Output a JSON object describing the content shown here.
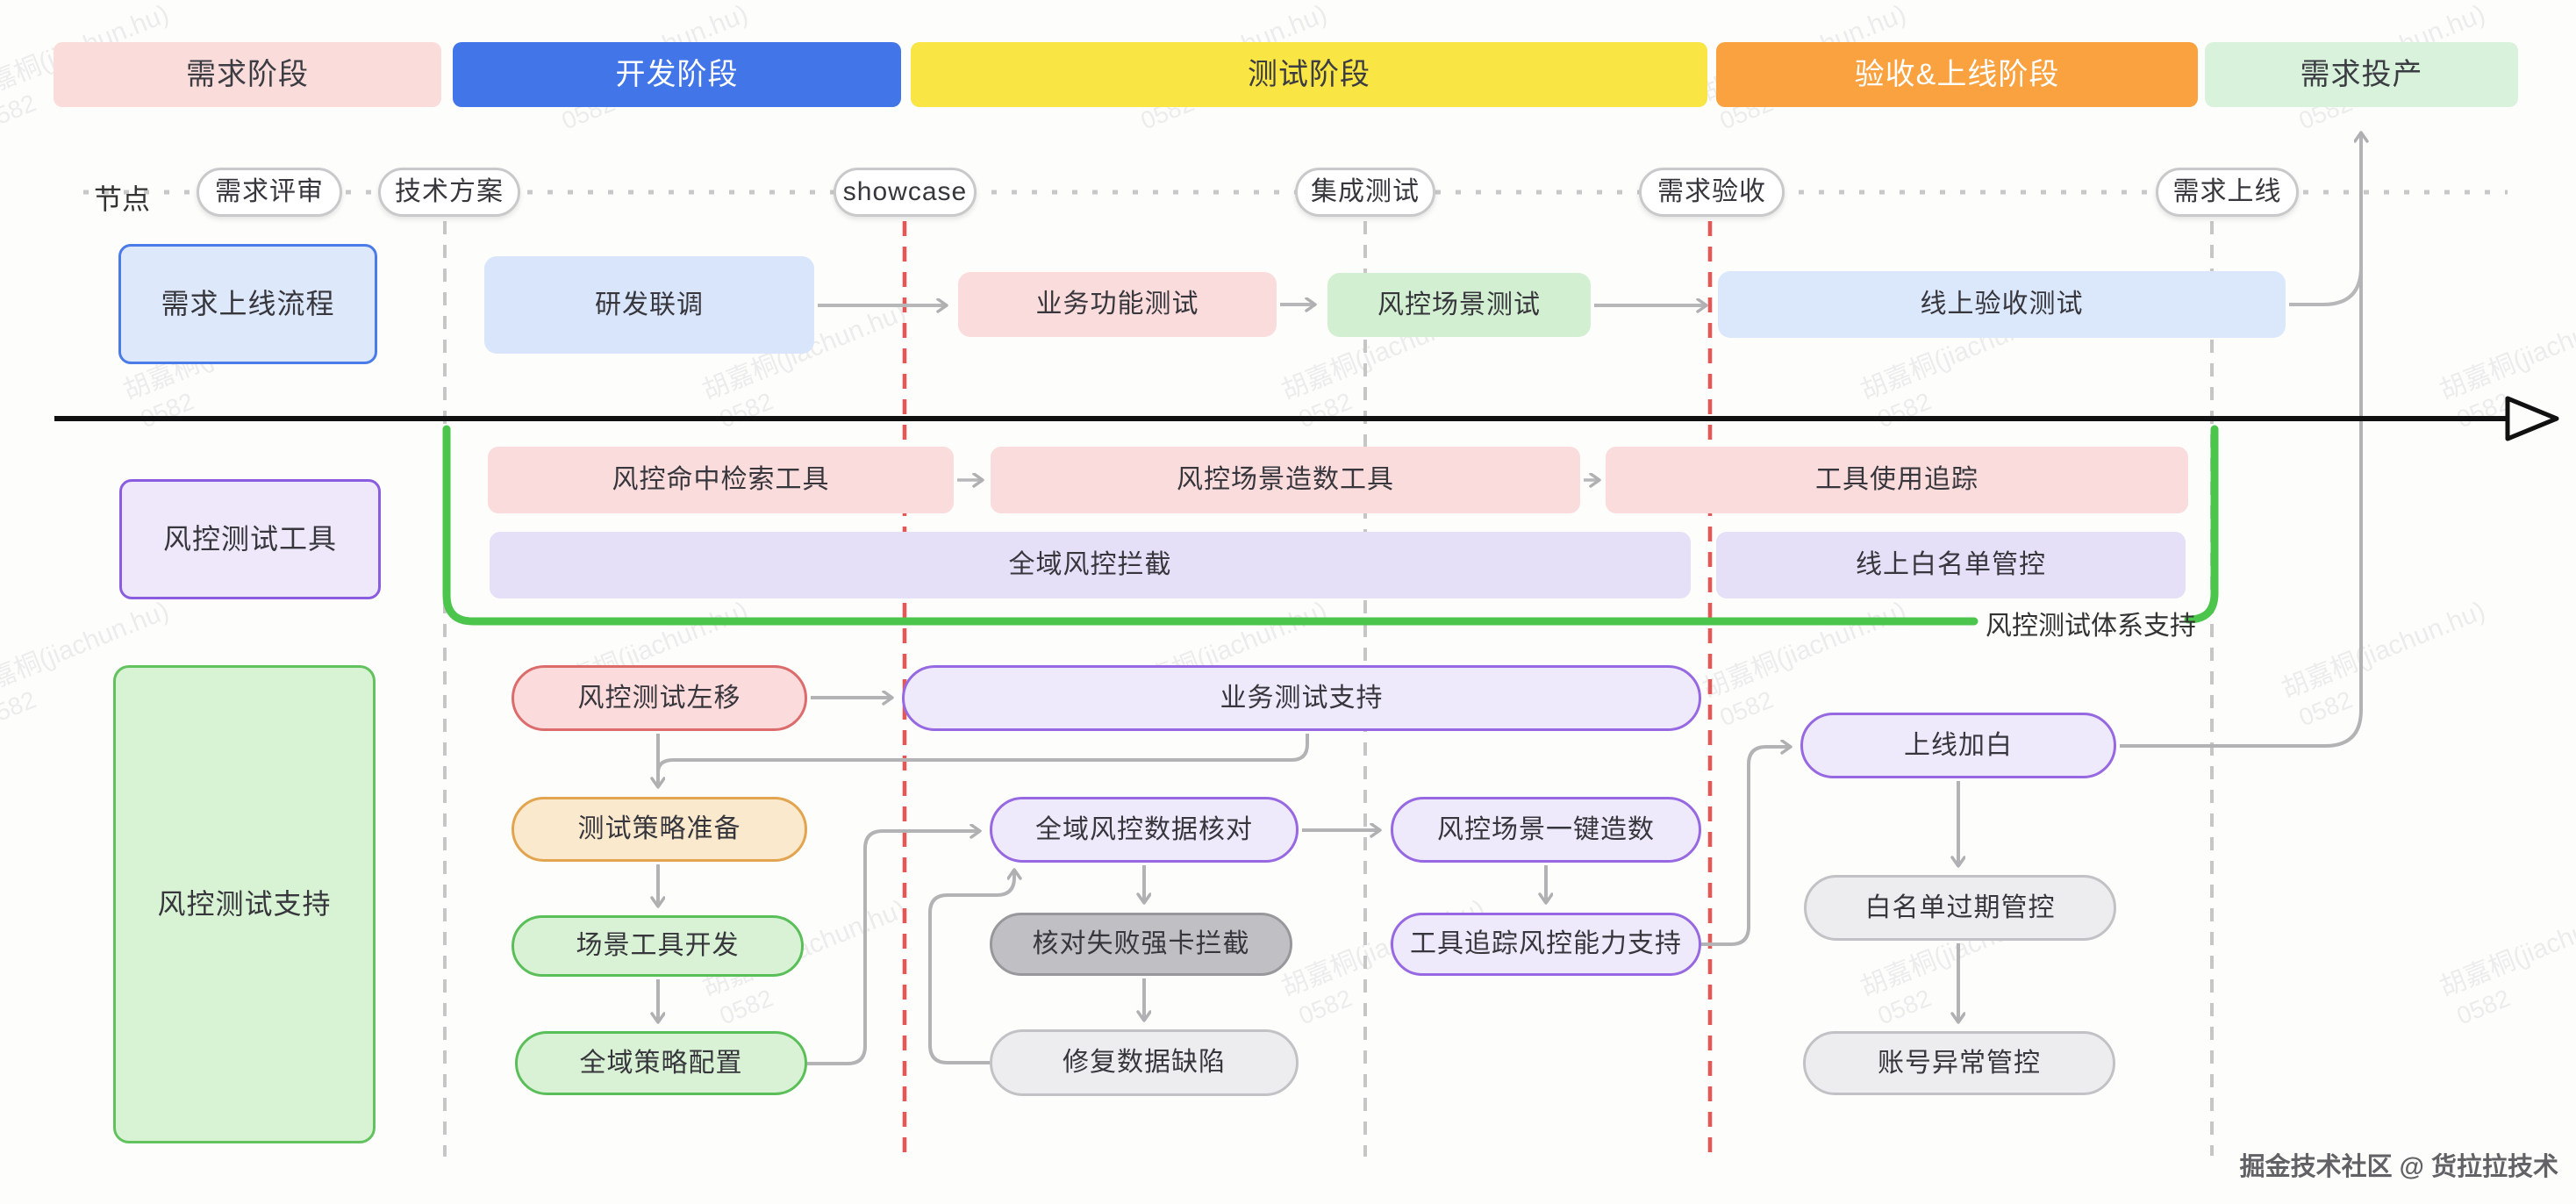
{
  "phases": [
    {
      "label": "需求阶段"
    },
    {
      "label": "开发阶段"
    },
    {
      "label": "测试阶段"
    },
    {
      "label": "验收&上线阶段"
    },
    {
      "label": "需求投产"
    }
  ],
  "nodes_row": {
    "caption": "节点",
    "milestones": [
      "需求评审",
      "技术方案",
      "showcase",
      "集成测试",
      "需求验收",
      "需求上线"
    ]
  },
  "lane_release": {
    "label": "需求上线流程",
    "steps": [
      "研发联调",
      "业务功能测试",
      "风控场景测试",
      "线上验收测试"
    ]
  },
  "lane_tools": {
    "label": "风控测试工具",
    "tools": [
      "风控命中检索工具",
      "风控场景造数工具",
      "工具使用追踪"
    ],
    "bars": [
      "全域风控拦截",
      "线上白名单管控"
    ],
    "bracket_label": "风控测试体系支持"
  },
  "lane_support": {
    "label": "风控测试支持",
    "nodes": {
      "shift_left": "风控测试左移",
      "biz_support": "业务测试支持",
      "strategy_prep": "测试策略准备",
      "scene_tool_dev": "场景工具开发",
      "global_strategy": "全域策略配置",
      "data_check": "全域风控数据核对",
      "one_click_data": "风控场景一键造数",
      "fail_block": "核对失败强卡拦截",
      "fix_defect": "修复数据缺陷",
      "tool_trace": "工具追踪风控能力支持",
      "go_live_whitelist": "上线加白",
      "whitelist_expire": "白名单过期管控",
      "account_abnormal": "账号异常管控"
    }
  },
  "watermark": {
    "name": "胡嘉桐(jiachun.hu)",
    "code": "0582"
  },
  "footer": {
    "credit": "掘金技术社区 @ 货拉拉技术"
  },
  "colors": {
    "phase_requirement": "#fadcdb",
    "phase_development": "#4276e8",
    "phase_testing": "#f9e543",
    "phase_acceptance": "#f9a23f",
    "phase_production": "#d9f2dc",
    "pink_box": "#fadcdc",
    "lavender_bar": "#e5dff7",
    "purple_pill": "#efeafb",
    "purple_border": "#9668e2",
    "green_pill": "#d9f2d5",
    "green_border": "#5abf58",
    "orange_pill": "#fbe9cd",
    "gray_pill": "#c0c0c4",
    "light_gray_pill": "#ededef",
    "bracket_green": "#4cc54c",
    "connector_gray": "#b3b3b5",
    "dashed_gray": "#c6c6c6",
    "dashed_red": "#e85555",
    "timeline_black": "#111111"
  }
}
